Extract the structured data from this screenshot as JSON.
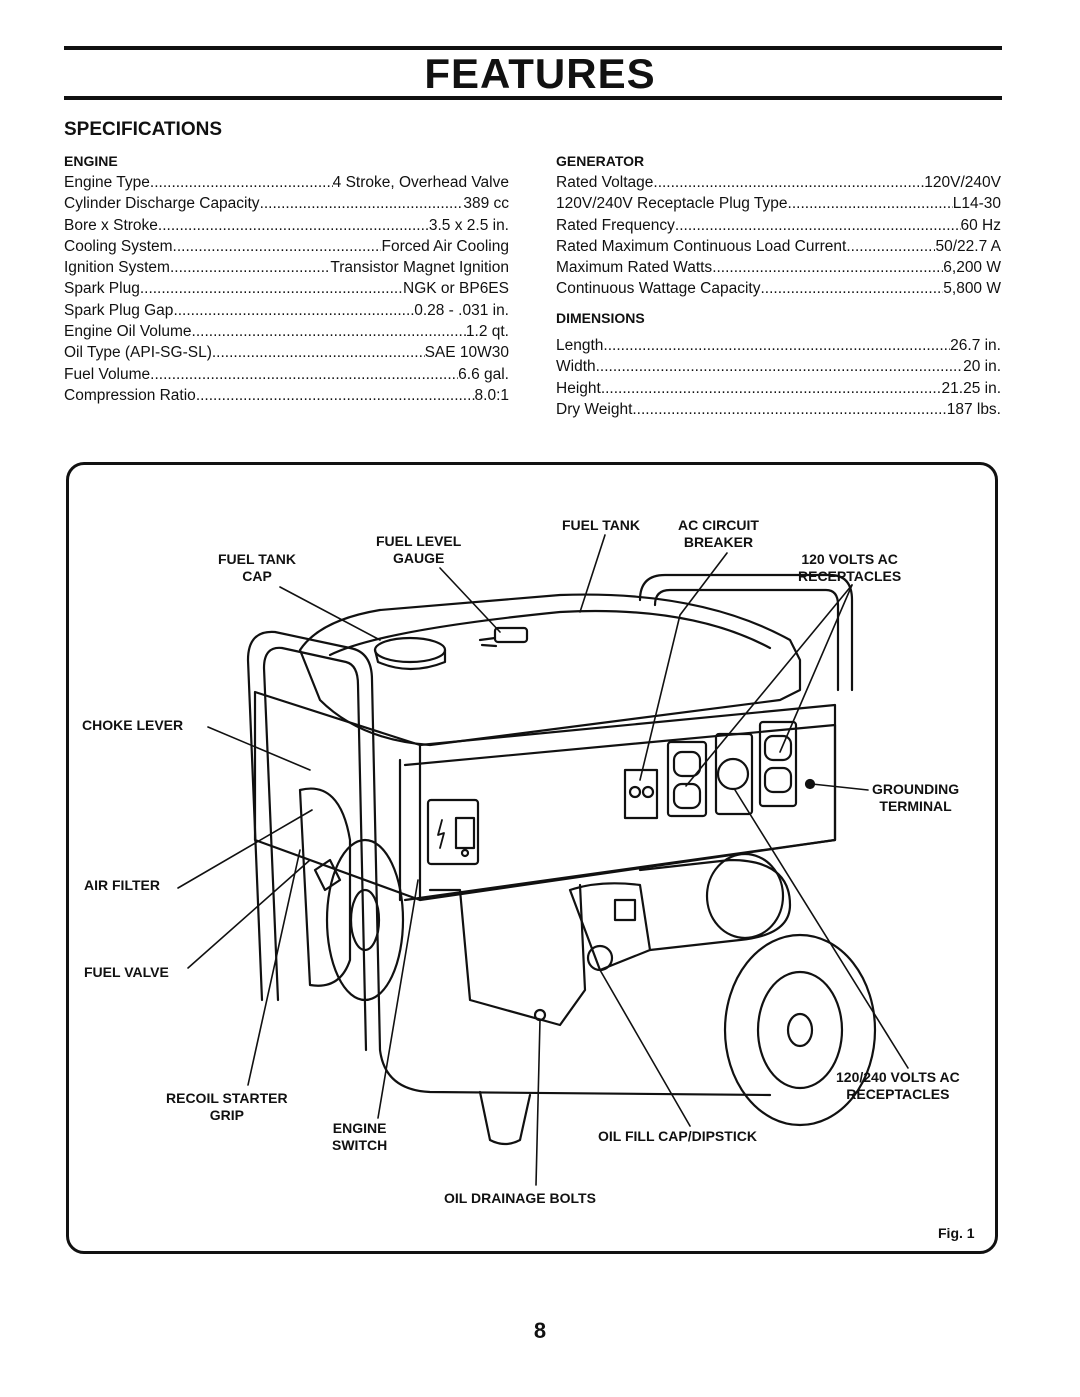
{
  "header": {
    "title": "FEATURES"
  },
  "specifications": {
    "title": "SPECIFICATIONS",
    "engine": {
      "title": "ENGINE",
      "rows": [
        {
          "label": "Engine Type",
          "value": "4 Stroke, Overhead Valve"
        },
        {
          "label": "Cylinder Discharge Capacity",
          "value": "389 cc"
        },
        {
          "label": "Bore x Stroke",
          "value": "3.5 x 2.5 in."
        },
        {
          "label": "Cooling System",
          "value": "Forced Air Cooling"
        },
        {
          "label": "Ignition System",
          "value": "Transistor Magnet Ignition"
        },
        {
          "label": "Spark Plug",
          "value": "NGK or BP6ES"
        },
        {
          "label": "Spark Plug Gap",
          "value": "0.28 - .031 in."
        },
        {
          "label": "Engine Oil Volume",
          "value": "1.2 qt."
        },
        {
          "label": "Oil Type (API-SG-SL)",
          "value": "SAE 10W30"
        },
        {
          "label": "Fuel Volume",
          "value": "6.6 gal."
        },
        {
          "label": "Compression Ratio",
          "value": "8.0:1"
        }
      ]
    },
    "generator": {
      "title": "GENERATOR",
      "rows": [
        {
          "label": "Rated Voltage",
          "value": "120V/240V"
        },
        {
          "label": "120V/240V Receptacle Plug Type",
          "value": "L14-30"
        },
        {
          "label": "Rated Frequency",
          "value": "60 Hz"
        },
        {
          "label": "Rated Maximum Continuous Load Current",
          "value": "50/22.7 A"
        },
        {
          "label": "Maximum Rated Watts",
          "value": "6,200 W"
        },
        {
          "label": "Continuous Wattage Capacity",
          "value": "5,800 W"
        }
      ]
    },
    "dimensions": {
      "title": "DIMENSIONS",
      "rows": [
        {
          "label": "Length",
          "value": "26.7  in."
        },
        {
          "label": "Width",
          "value": "20  in."
        },
        {
          "label": "Height",
          "value": "21.25  in."
        },
        {
          "label": "Dry Weight",
          "value": "187 lbs."
        }
      ]
    }
  },
  "figure": {
    "callouts": {
      "fuel_tank_cap": "FUEL TANK\nCAP",
      "fuel_level_gauge": "FUEL LEVEL\nGAUGE",
      "fuel_tank": "FUEL TANK",
      "ac_circuit_breaker": "AC CIRCUIT\nBREAKER",
      "volts_120_receptacles": "120 VOLTS AC\nRECEPTACLES",
      "choke_lever": "CHOKE LEVER",
      "grounding_terminal": "GROUNDING\nTERMINAL",
      "air_filter": "AIR FILTER",
      "fuel_valve": "FUEL VALVE",
      "volts_120_240_receptacles": "120/240 VOLTS AC\nRECEPTACLES",
      "recoil_starter_grip": "RECOIL STARTER\nGRIP",
      "engine_switch": "ENGINE\nSWITCH",
      "oil_fill_cap": "OIL FILL CAP/DIPSTICK",
      "oil_drainage_bolts": "OIL DRAINAGE BOLTS"
    },
    "label": "Fig. 1"
  },
  "page_number": "8"
}
